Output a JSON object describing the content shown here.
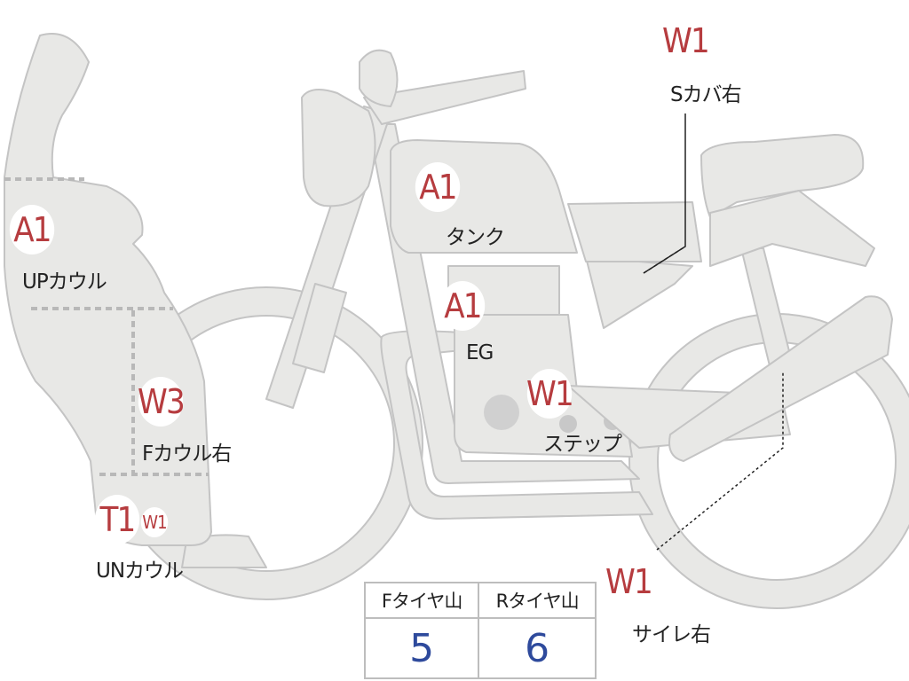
{
  "parts": [
    {
      "id": "up_cowl",
      "badges": [
        {
          "code": "A1"
        }
      ],
      "label": "UPカウル"
    },
    {
      "id": "f_cowl",
      "badges": [
        {
          "code": "W3"
        }
      ],
      "label": "Fカウル右"
    },
    {
      "id": "un_cowl",
      "badges": [
        {
          "code": "T1"
        },
        {
          "code": "W1"
        }
      ],
      "label": "UNカウル"
    },
    {
      "id": "tank",
      "badges": [
        {
          "code": "A1"
        }
      ],
      "label": "タンク"
    },
    {
      "id": "engine",
      "badges": [
        {
          "code": "A1"
        }
      ],
      "label": "EG"
    },
    {
      "id": "step",
      "badges": [
        {
          "code": "W1"
        }
      ],
      "label": "ステップ"
    },
    {
      "id": "side_cover",
      "badges": [
        {
          "code": "W1"
        }
      ],
      "label": "Sカバ右"
    },
    {
      "id": "silencer",
      "badges": [
        {
          "code": "W1"
        }
      ],
      "label": "サイレ右"
    }
  ],
  "tire_table": {
    "headers": [
      "Fタイヤ山",
      "Rタイヤ山"
    ],
    "values": [
      "5",
      "6"
    ]
  },
  "colors": {
    "bike_fill": "#e8e8e6",
    "bike_stroke": "#c4c4c4",
    "badge_text": "#b63c3f",
    "value_text": "#2e4a9c"
  }
}
